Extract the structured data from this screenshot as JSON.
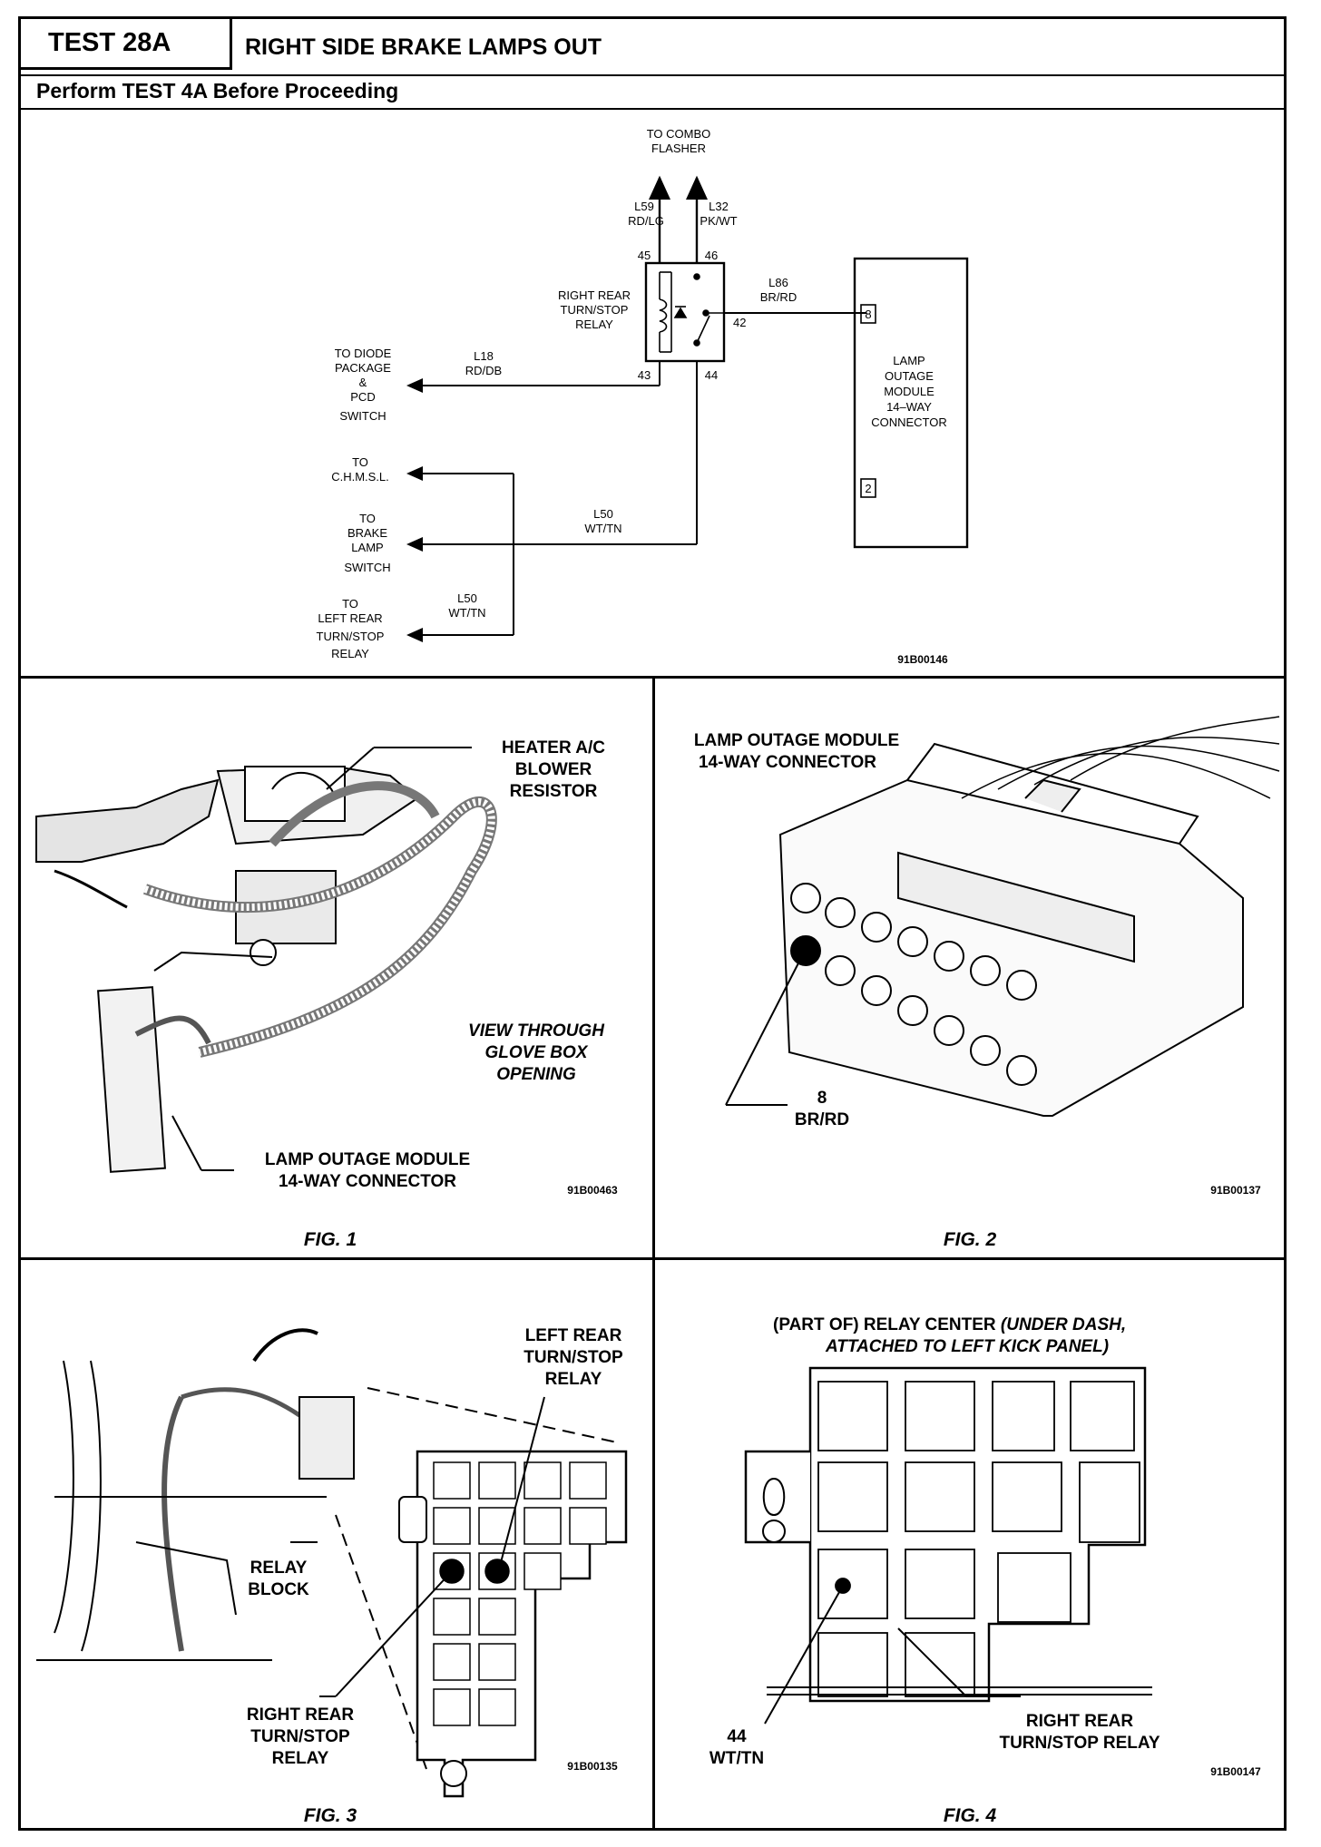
{
  "header": {
    "test_id": "TEST 28A",
    "title": "RIGHT SIDE BRAKE LAMPS OUT",
    "subtitle": "Perform TEST 4A Before Proceeding"
  },
  "schematic": {
    "to_combo_1": "TO COMBO",
    "to_combo_2": "FLASHER",
    "w1_id": "L59",
    "w1_color": "RD/LG",
    "w2_id": "L32",
    "w2_color": "PK/WT",
    "pin45": "45",
    "pin46": "46",
    "pin42": "42",
    "pin43": "43",
    "pin44": "44",
    "relay_1": "RIGHT REAR",
    "relay_2": "TURN/STOP",
    "relay_3": "RELAY",
    "w3_id": "L86",
    "w3_color": "BR/RD",
    "conn_pin8": "8",
    "conn_pin2": "2",
    "module_1": "LAMP",
    "module_2": "OUTAGE",
    "module_3": "MODULE",
    "module_4": "14–WAY",
    "module_5": "CONNECTOR",
    "diode_1": "TO DIODE",
    "diode_2": "PACKAGE",
    "diode_3": "&",
    "diode_4": "PCD",
    "diode_5": "SWITCH",
    "w4_id": "L18",
    "w4_color": "RD/DB",
    "chmsl_1": "TO",
    "chmsl_2": "C.H.M.S.L.",
    "brake_1": "TO",
    "brake_2": "BRAKE",
    "brake_3": "LAMP",
    "brake_4": "SWITCH",
    "w5_id": "L50",
    "w5_color": "WT/TN",
    "w6_id": "L50",
    "w6_color": "WT/TN",
    "left_1": "TO",
    "left_2": "LEFT REAR",
    "left_3": "TURN/STOP",
    "left_4": "RELAY",
    "code": "91B00146"
  },
  "fig1": {
    "heater_1": "HEATER A/C",
    "heater_2": "BLOWER",
    "heater_3": "RESISTOR",
    "view_1": "VIEW THROUGH",
    "view_2": "GLOVE BOX",
    "view_3": "OPENING",
    "lom_1": "LAMP OUTAGE MODULE",
    "lom_2": "14-WAY CONNECTOR",
    "code": "91B00463",
    "caption": "FIG. 1"
  },
  "fig2": {
    "title_1": "LAMP OUTAGE MODULE",
    "title_2": "14-WAY CONNECTOR",
    "pin": "8",
    "wire": "BR/RD",
    "code": "91B00137",
    "caption": "FIG. 2"
  },
  "fig3": {
    "left_1": "LEFT REAR",
    "left_2": "TURN/STOP",
    "left_3": "RELAY",
    "block_1": "RELAY",
    "block_2": "BLOCK",
    "right_1": "RIGHT REAR",
    "right_2": "TURN/STOP",
    "right_3": "RELAY",
    "code": "91B00135",
    "caption": "FIG. 3"
  },
  "fig4": {
    "title_1a": "(PART OF) RELAY CENTER ",
    "title_1b": "(UNDER DASH,",
    "title_2": "ATTACHED TO LEFT KICK PANEL)",
    "pin": "44",
    "wire": "WT/TN",
    "relay_1": "RIGHT REAR",
    "relay_2": "TURN/STOP RELAY",
    "code": "91B00147",
    "caption": "FIG. 4"
  }
}
